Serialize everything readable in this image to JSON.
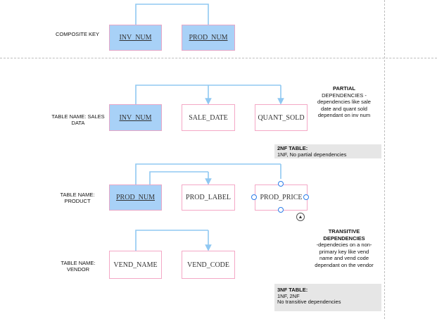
{
  "composite": {
    "label": "COMPOSITE KEY",
    "boxes": [
      "INV_NUM",
      "PROD_NUM"
    ]
  },
  "sales": {
    "label": "TABLE NAME: SALES DATA",
    "boxes": [
      "INV_NUM",
      "SALE_DATE",
      "QUANT_SOLD"
    ],
    "note_title": "PARTIAL",
    "note_body": "DEPENDENCIES -dependencies like sale date and quant sold dependant on inv num"
  },
  "nf2": {
    "title": "2NF TABLE:",
    "body": "1NF, No partial dependencies"
  },
  "product": {
    "label": "TABLE NAME: PRODUCT",
    "boxes": [
      "PROD_NUM",
      "PROD_LABEL",
      "PROD_PRICE"
    ],
    "up_icon": "▲"
  },
  "vendor": {
    "label": "TABLE NAME: VENDOR",
    "boxes": [
      "VEND_NAME",
      "VEND_CODE"
    ],
    "note_title": "TRANSITIVE DEPENDENCIES",
    "note_body": "-dependecies on a non-primary key like vend name and vend code dependant on the vendor"
  },
  "nf3": {
    "title": "3NF TABLE:",
    "line1": "1NF, 2NF",
    "line2": "No transitive dependencies"
  },
  "colors": {
    "key_fill": "#a8d1f7",
    "box_border": "#f4a8c6",
    "connector": "#90c8f2",
    "handle": "#2b7de9",
    "callout_bg": "#e6e6e6"
  }
}
